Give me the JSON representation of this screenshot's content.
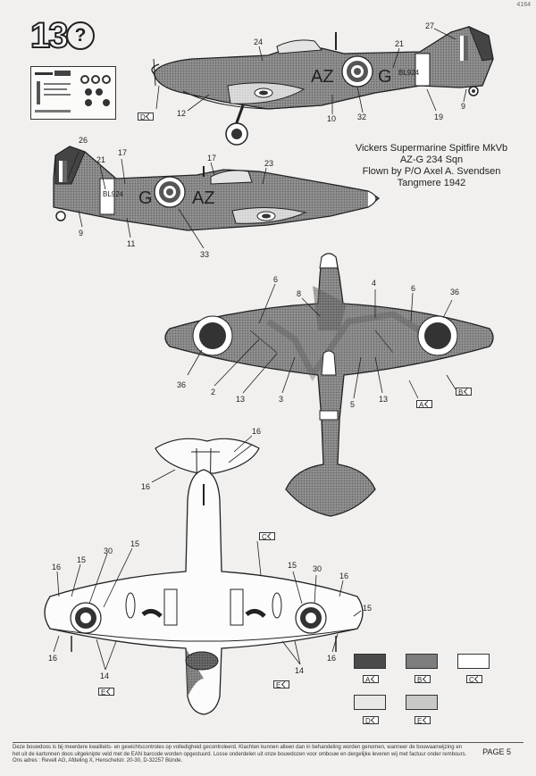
{
  "header": {
    "code": "4164"
  },
  "step": {
    "number": "13"
  },
  "aircraft": {
    "name": "Vickers Supermarine Spitfire MkVb",
    "unit": "AZ-G   234 Sqn",
    "pilot": "Flown by P/O Axel A. Svendsen",
    "base": "Tangmere 1942"
  },
  "markings": {
    "code_left": "AZ",
    "code_right": "G",
    "serial": "BL924"
  },
  "callouts": [
    {
      "id": "c24",
      "text": "24"
    },
    {
      "id": "c21a",
      "text": "21"
    },
    {
      "id": "c27",
      "text": "27"
    },
    {
      "id": "c12",
      "text": "12"
    },
    {
      "id": "c10",
      "text": "10"
    },
    {
      "id": "c32",
      "text": "32"
    },
    {
      "id": "c19",
      "text": "19"
    },
    {
      "id": "c9a",
      "text": "9"
    },
    {
      "id": "c26",
      "text": "26"
    },
    {
      "id": "c21b",
      "text": "21"
    },
    {
      "id": "c17a",
      "text": "17"
    },
    {
      "id": "c17b",
      "text": "17"
    },
    {
      "id": "c23",
      "text": "23"
    },
    {
      "id": "c9b",
      "text": "9"
    },
    {
      "id": "c11",
      "text": "11"
    },
    {
      "id": "c33",
      "text": "33"
    },
    {
      "id": "c6a",
      "text": "6"
    },
    {
      "id": "c8",
      "text": "8"
    },
    {
      "id": "c4",
      "text": "4"
    },
    {
      "id": "c6b",
      "text": "6"
    },
    {
      "id": "c36a",
      "text": "36"
    },
    {
      "id": "c36b",
      "text": "36"
    },
    {
      "id": "c2",
      "text": "2"
    },
    {
      "id": "c13a",
      "text": "13"
    },
    {
      "id": "c3",
      "text": "3"
    },
    {
      "id": "c5",
      "text": "5"
    },
    {
      "id": "c13b",
      "text": "13"
    },
    {
      "id": "c16a",
      "text": "16"
    },
    {
      "id": "c16b",
      "text": "16"
    },
    {
      "id": "c30a",
      "text": "30"
    },
    {
      "id": "c15a",
      "text": "15"
    },
    {
      "id": "c16c",
      "text": "16"
    },
    {
      "id": "c15b",
      "text": "15"
    },
    {
      "id": "c15c",
      "text": "15"
    },
    {
      "id": "c30b",
      "text": "30"
    },
    {
      "id": "c16d",
      "text": "16"
    },
    {
      "id": "c15d",
      "text": "15"
    },
    {
      "id": "c16e",
      "text": "16"
    },
    {
      "id": "c16f",
      "text": "16"
    },
    {
      "id": "c14a",
      "text": "14"
    },
    {
      "id": "c14b",
      "text": "14"
    }
  ],
  "tags": {
    "d_top": "D",
    "b": "B",
    "a": "A",
    "c": "C",
    "e": "E"
  },
  "legend": [
    {
      "label": "A",
      "color": "#4a4a4a"
    },
    {
      "label": "B",
      "color": "#7d7d7d"
    },
    {
      "label": "C",
      "color": "#ffffff"
    },
    {
      "label": "D",
      "color": "#e8e8e6"
    },
    {
      "label": "E",
      "color": "#c9c9c7"
    }
  ],
  "footer": {
    "text": "Deze bouwdoos is bij meerdere kwaliteits- en gewichtscontroles op volledigheid gecontroleerd. Klachten kunnen alleen dan in behandeling worden genomen, wanneer de bouwaanwijzing en het uit de kartonnen doos uitgeknipte veld met de EAN barcode worden opgestuurd. Losse onderdelen uit onze bouwdozen voor ombouw en dergelijke leveren wij met factuur onder rembours. Ons adres : Revell AG, Afdeling X, Henschelstr. 20-30, D-32257 Bünde.",
    "page": "PAGE 5"
  }
}
